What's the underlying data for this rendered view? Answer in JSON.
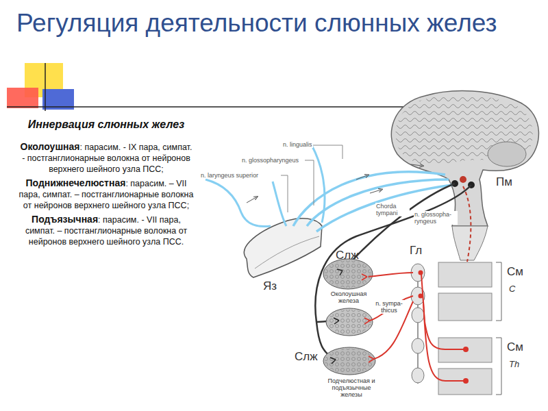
{
  "diagram": {
    "title": "Регуляция деятельности слюнных желез",
    "labels": [
      "Иннервация слюнных желез",
      "Околоушная",
      ": парасим. - IX пара, симпат. - постганглионарные волокна от нейронов верхнего шейного узла ПСС;",
      "Поднижнечелюстная",
      ": парасим. – VII пара, симпат. – постганглионарные волокна от нейронов верхнего шейного узла ПСС;",
      "Подъязычная",
      ": парасим. - VII пара, симпат. – постганглионарные волокна от нейронов верхнего шейного узла ПСС.",
      "n. lingualis",
      "n. glossopharyngeus",
      "n. laryngeus superior",
      "Chorda tympani",
      "n. glossopha- ryngeus",
      "Пм",
      "Слж",
      "Гл",
      "Яз",
      "Околоушная железа",
      "n. sympa- thicus",
      "См",
      "C",
      "См",
      "Th",
      "Слж",
      "Подчелюстная и подъязычные железы"
    ]
  }
}
